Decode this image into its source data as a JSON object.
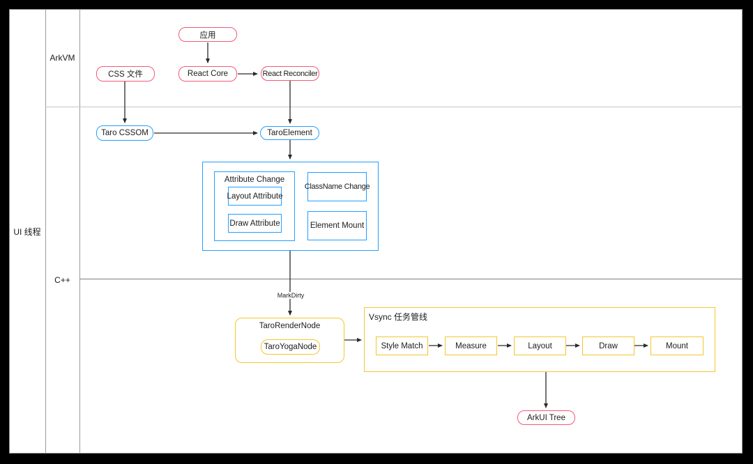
{
  "lanes": {
    "outer_label": "UI 线程",
    "top_label": "ArkVM",
    "bottom_label": "C++"
  },
  "nodes": {
    "app": "应用",
    "css_file": "CSS 文件",
    "react_core": "React Core",
    "react_reconciler": "React Reconciler",
    "taro_cssom": "Taro CSSOM",
    "taro_element": "TaroElement",
    "attribute_change": "Attribute Change",
    "layout_attribute": "Layout Attribute",
    "draw_attribute": "Draw Attribute",
    "classname_change": "ClassName Change",
    "element_mount": "Element Mount",
    "taro_render_node": "TaroRenderNode",
    "taro_yoga_node": "TaroYogaNode",
    "arkui_tree": "ArkUI Tree"
  },
  "pipeline": {
    "title": "Vsync 任务管线",
    "steps": [
      "Style Match",
      "Measure",
      "Layout",
      "Draw",
      "Mount"
    ]
  },
  "edge_labels": {
    "mark_dirty": "MarkDirty"
  },
  "colors": {
    "node_pink": "#f4587a",
    "node_blue": "#229fff",
    "node_yellow": "#f5c62c",
    "arrow_black": "#2a2a2a",
    "grid_gray": "#9a9a9a"
  }
}
